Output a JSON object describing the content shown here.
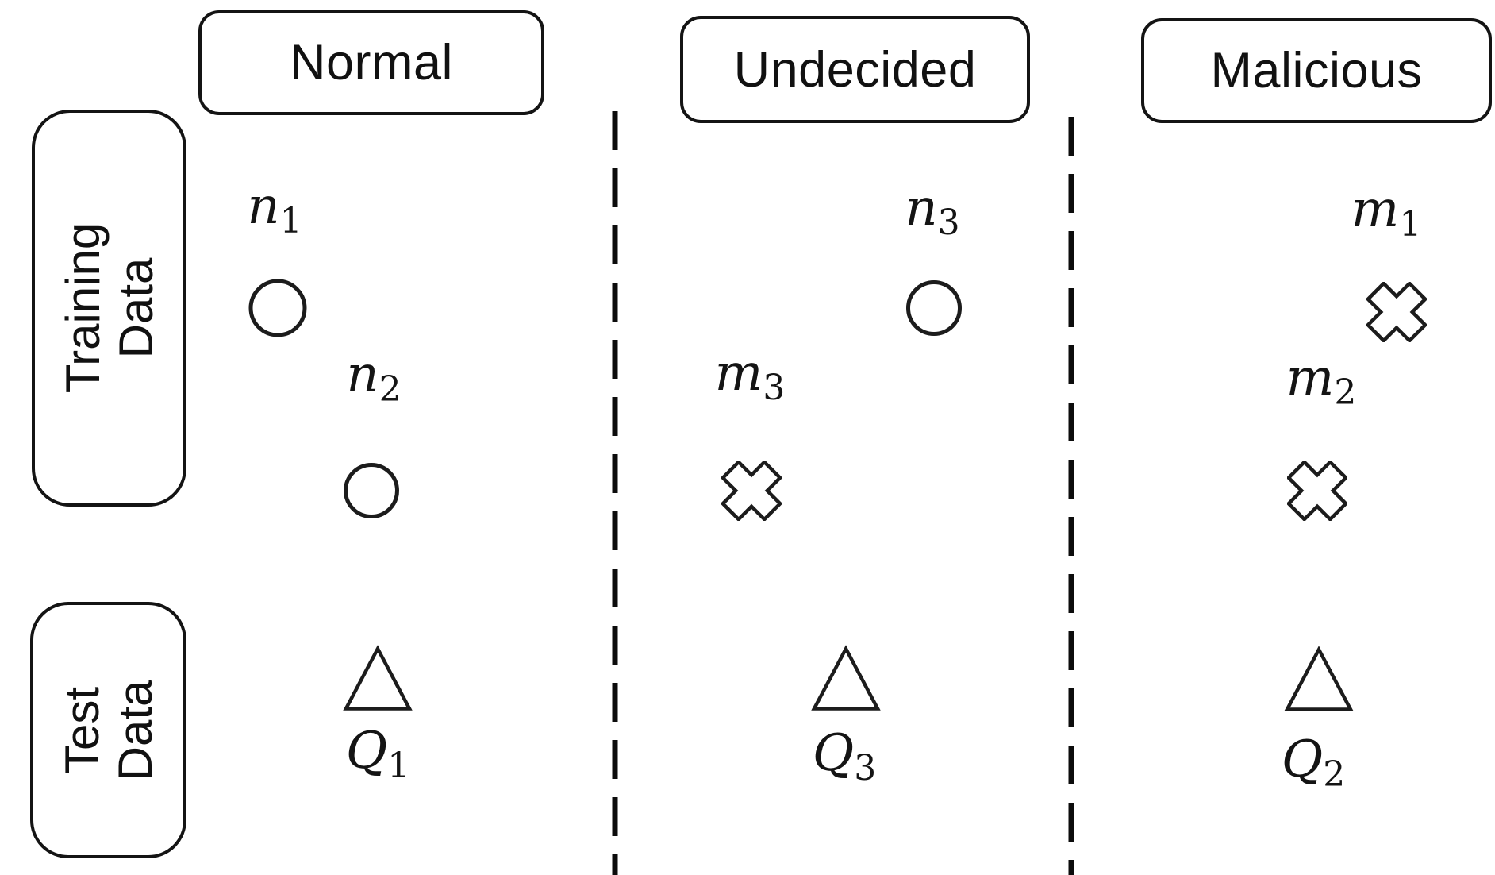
{
  "colors": {
    "ink": "#1a1a1a",
    "background": "#ffffff"
  },
  "column_headers": [
    {
      "label": "Normal"
    },
    {
      "label": "Undecided"
    },
    {
      "label": "Malicious"
    }
  ],
  "row_headers": [
    {
      "line1": "Training",
      "line2": "Data"
    },
    {
      "line1": "Test",
      "line2": "Data"
    }
  ],
  "markers": {
    "n1": {
      "letter": "n",
      "sub": "1",
      "shape": "circle",
      "column": "Normal",
      "row": "Training Data"
    },
    "n2": {
      "letter": "n",
      "sub": "2",
      "shape": "circle",
      "column": "Normal",
      "row": "Training Data"
    },
    "n3": {
      "letter": "n",
      "sub": "3",
      "shape": "circle",
      "column": "Undecided",
      "row": "Training Data"
    },
    "m1": {
      "letter": "m",
      "sub": "1",
      "shape": "cross",
      "column": "Malicious",
      "row": "Training Data"
    },
    "m2": {
      "letter": "m",
      "sub": "2",
      "shape": "cross",
      "column": "Malicious",
      "row": "Training Data"
    },
    "m3": {
      "letter": "m",
      "sub": "3",
      "shape": "cross",
      "column": "Undecided",
      "row": "Training Data"
    },
    "q1": {
      "letter": "Q",
      "sub": "1",
      "shape": "triangle",
      "column": "Normal",
      "row": "Test Data"
    },
    "q2": {
      "letter": "Q",
      "sub": "2",
      "shape": "triangle",
      "column": "Malicious",
      "row": "Test Data"
    },
    "q3": {
      "letter": "Q",
      "sub": "3",
      "shape": "triangle",
      "column": "Undecided",
      "row": "Test Data"
    }
  }
}
